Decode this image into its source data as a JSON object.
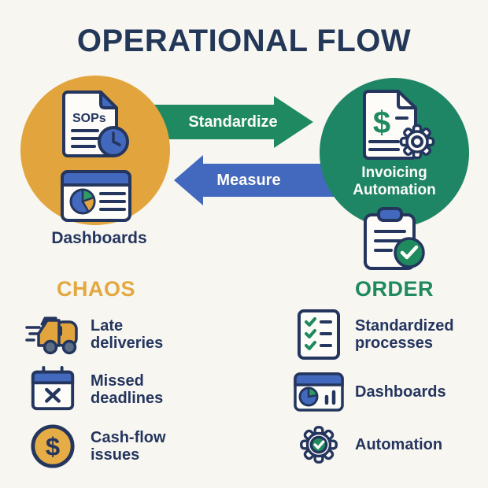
{
  "title": "OPERATIONAL FLOW",
  "flow": {
    "sops_label": "SOPs",
    "left_caption": "Dashboards",
    "arrow_top_label": "Standardize",
    "arrow_bottom_label": "Measure",
    "right_circle_line1": "Invoicing",
    "right_circle_line2": "Automation"
  },
  "columns": {
    "left": {
      "heading": "CHAOS",
      "items": [
        {
          "icon": "delivery-truck-icon",
          "label": "Late deliveries"
        },
        {
          "icon": "calendar-missed-icon",
          "label": "Missed deadlines"
        },
        {
          "icon": "cash-coin-icon",
          "label": "Cash-flow issues"
        }
      ]
    },
    "right": {
      "heading": "ORDER",
      "items": [
        {
          "icon": "checklist-icon",
          "label": "Standardized processes"
        },
        {
          "icon": "dashboard-icon",
          "label": "Dashboards"
        },
        {
          "icon": "gear-check-icon",
          "label": "Automation"
        }
      ]
    }
  },
  "colors": {
    "background": "#F8F6F1",
    "navy": "#24355E",
    "gold": "#E2A53E",
    "green": "#1F8A5E",
    "green_circle": "#1E8565",
    "blue": "#4269BD",
    "white": "#FDFCF8"
  }
}
